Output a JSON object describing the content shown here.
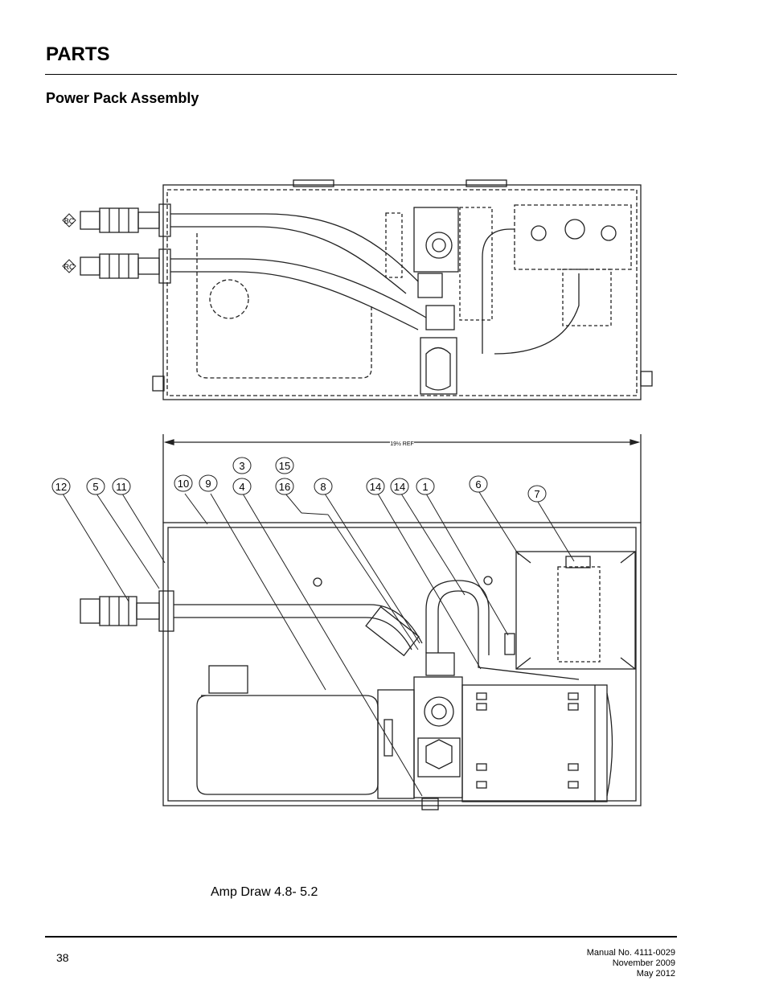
{
  "header": {
    "title": "PARTS"
  },
  "section": {
    "title": "Power Pack Assembly"
  },
  "drawing": {
    "top_view": {
      "port_labels": [
        "BC",
        "RC"
      ]
    },
    "side_view": {
      "dimension_label": "19½ REF",
      "callouts": [
        "12",
        "5",
        "11",
        "10",
        "9",
        "3",
        "4",
        "15",
        "16",
        "8",
        "14",
        "14",
        "1",
        "6",
        "7"
      ]
    }
  },
  "caption": "Amp Draw 4.8- 5.2",
  "footer": {
    "page_number": "38",
    "manual_no": "Manual No. 4111-0029",
    "date1": "November 2009",
    "date2": "May 2012"
  }
}
